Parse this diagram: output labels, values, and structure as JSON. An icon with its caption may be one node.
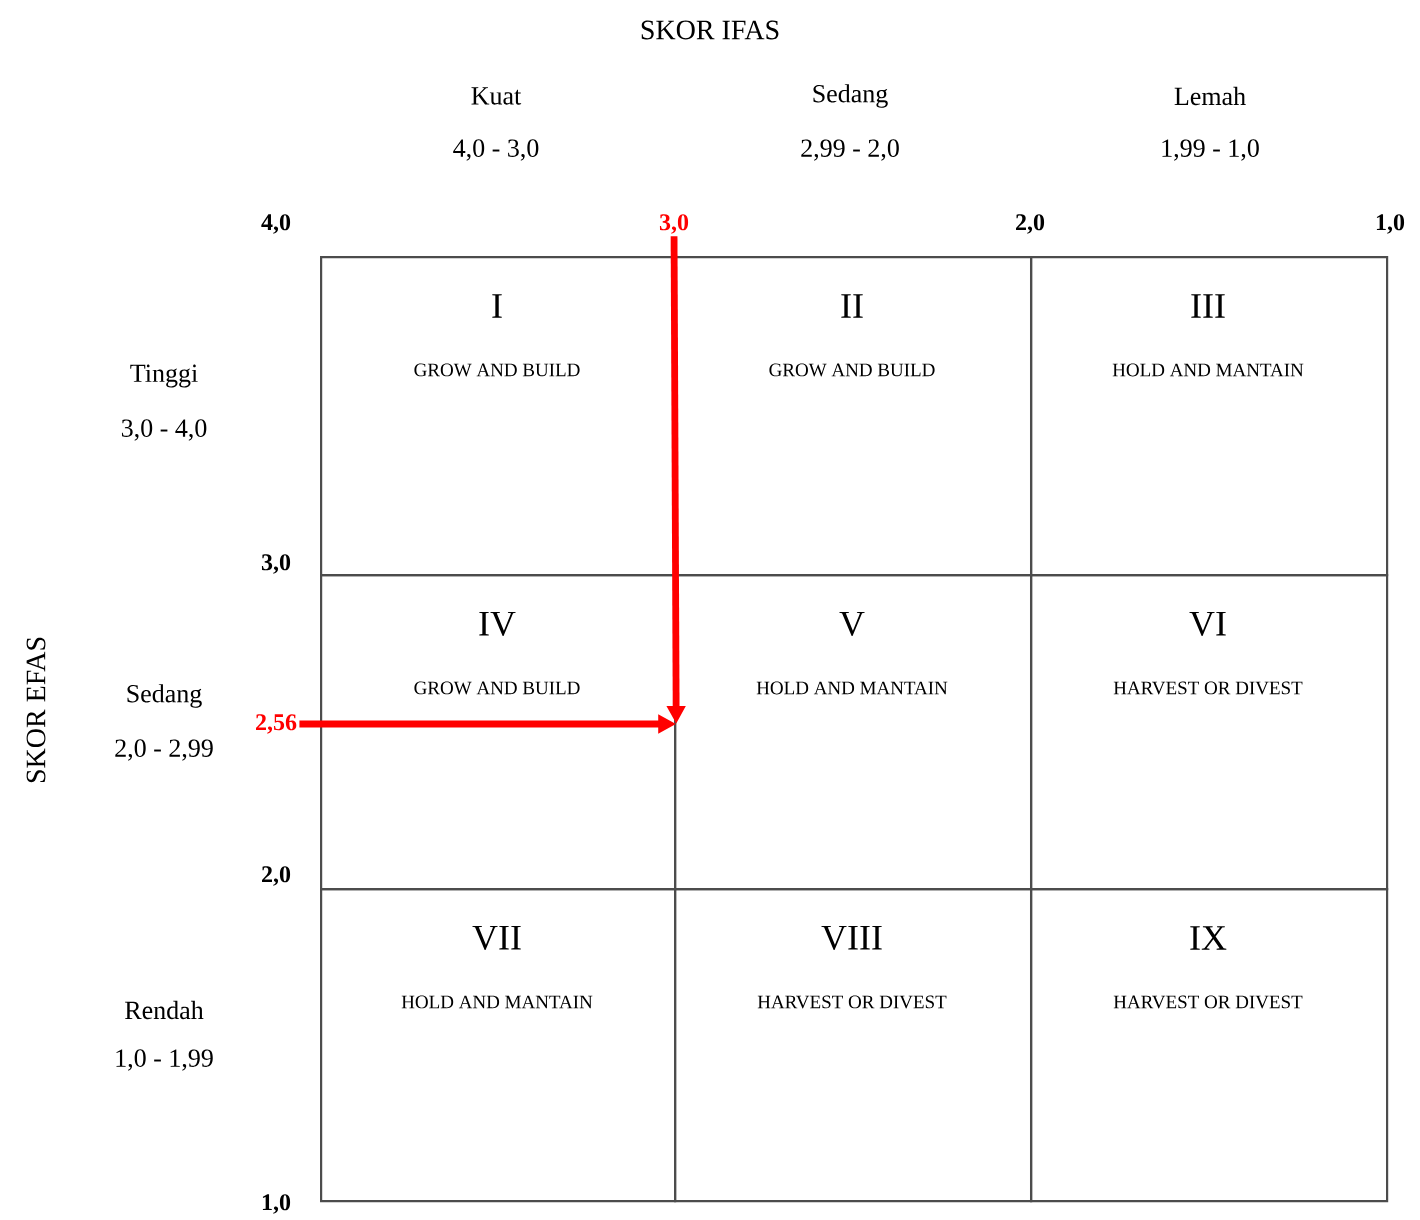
{
  "diagram": {
    "nodes": [
      {
        "text": [
          "I",
          "GROW AND BUILD"
        ]
      },
      {
        "text": [
          "II",
          "GROW AND BUILD"
        ]
      },
      {
        "text": [
          "III",
          "HOLD AND MANTAIN"
        ]
      },
      {
        "text": [
          "IV",
          "GROW AND BUILD"
        ]
      },
      {
        "text": [
          "V",
          "HOLD AND MANTAIN"
        ]
      },
      {
        "text": [
          "VI",
          "HARVEST OR DIVEST"
        ]
      },
      {
        "text": [
          "VII",
          "HOLD AND MANTAIN"
        ]
      },
      {
        "text": [
          "VIII",
          "HARVEST OR DIVEST"
        ]
      },
      {
        "text": [
          "IX",
          "HARVEST OR DIVEST"
        ]
      },
      {
        "text": [
          "3,0"
        ]
      },
      {
        "text": [
          "2,56"
        ]
      }
    ],
    "edges": [
      {
        "from": 9,
        "to": 3,
        "arrow": "to",
        "color": "#ff0000"
      },
      {
        "from": 10,
        "to": 3,
        "arrow": "to",
        "color": "#ff0000"
      }
    ],
    "labels": [
      "SKOR IFAS",
      "Kuat",
      "Sedang",
      "Lemah",
      "4,0 - 3,0",
      "2,99 - 2,0",
      "1,99 - 1,0",
      "4,0",
      "2,0",
      "1,0",
      "Tinggi",
      "3,0 - 4,0",
      "3,0",
      "SKOR EFAS",
      "Sedang",
      "2,0 - 2,99",
      "2,0",
      "Rendah",
      "1,0 - 1,99",
      "1,0"
    ]
  }
}
